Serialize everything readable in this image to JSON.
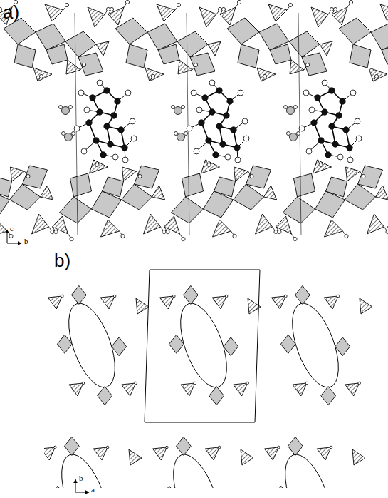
{
  "diagram": {
    "labels": [
      "a)",
      "c",
      "b",
      "b)",
      "b",
      "a"
    ]
  }
}
